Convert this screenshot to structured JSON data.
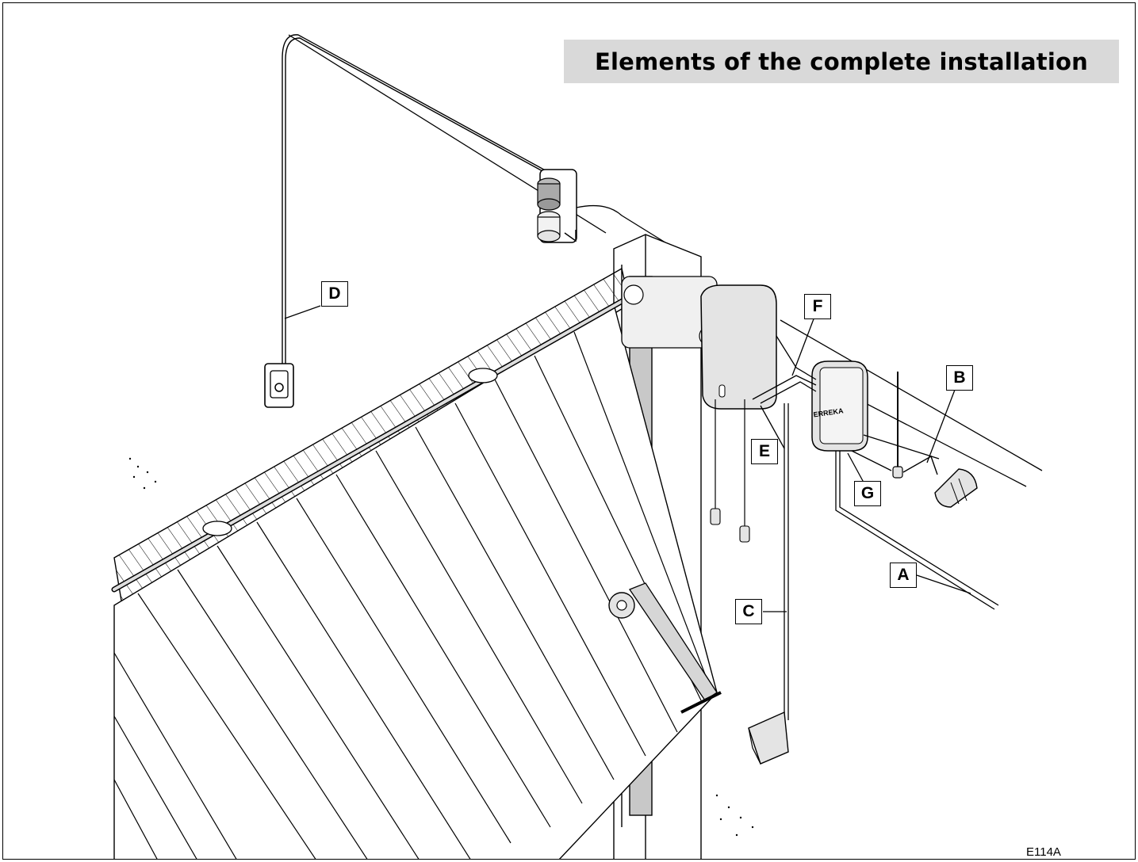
{
  "title": "Elements of the complete installation",
  "figure_code": "E114A",
  "callouts": {
    "A": "A",
    "B": "B",
    "C": "C",
    "D": "D",
    "E": "E",
    "F": "F",
    "G": "G"
  },
  "brand_on_control_box": "ERREKA",
  "colors": {
    "title_background": "#d9d9d9",
    "component_fill": "#e4e4e4",
    "line": "#000000"
  }
}
